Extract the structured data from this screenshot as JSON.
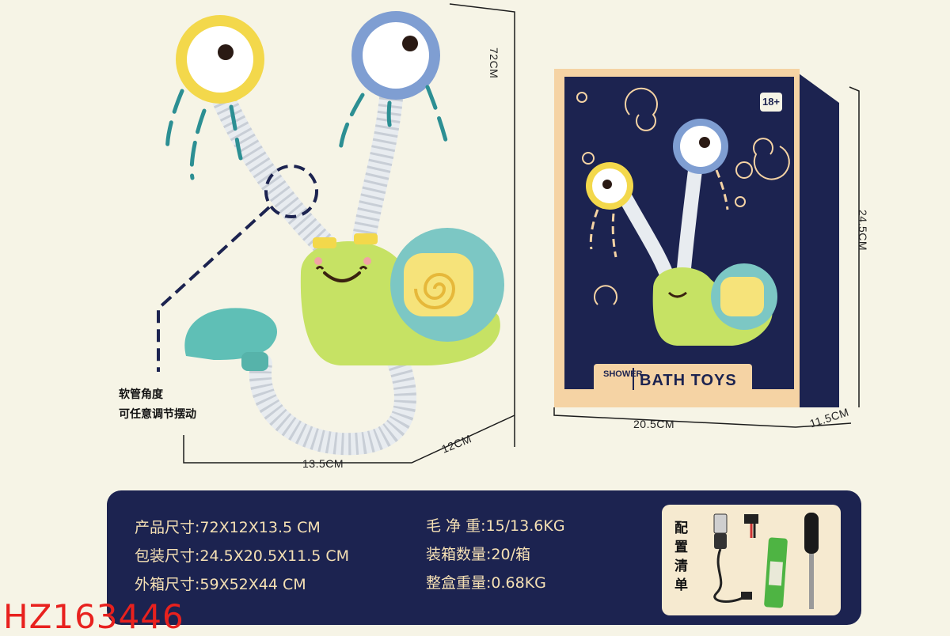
{
  "product_dims": {
    "height": "72CM",
    "width": "13.5CM",
    "depth": "12CM"
  },
  "hose_note": [
    "软管角度",
    "可任意调节摆动"
  ],
  "box_dims": {
    "height": "24.5CM",
    "width": "20.5CM",
    "depth": "11.5CM"
  },
  "box": {
    "age_badge": "18+",
    "small_label": "SHOWER",
    "brand": "BATH TOYS"
  },
  "specs": {
    "product_size": "产品尺寸:72X12X13.5 CM",
    "package_size": "包装尺寸:24.5X20.5X11.5 CM",
    "carton_size": "外箱尺寸:59X52X44 CM",
    "weight": "毛 净 重:15/13.6KG",
    "carton_qty": "装箱数量:20/箱",
    "box_weight": "整盒重量:0.68KG"
  },
  "accessories": {
    "title": "配置清单"
  },
  "item_code": "HZ163446",
  "colors": {
    "background": "#f6f4e6",
    "navy": "#1c2350",
    "accent_gold": "#f5e0b4",
    "code_red": "#e8211e",
    "snail_green": "#c6e264",
    "shell_teal": "#7cc7c4",
    "head_yellow": "#f3d84b",
    "head_blue": "#7f9ed2",
    "cup_teal": "#5fbfb6"
  }
}
